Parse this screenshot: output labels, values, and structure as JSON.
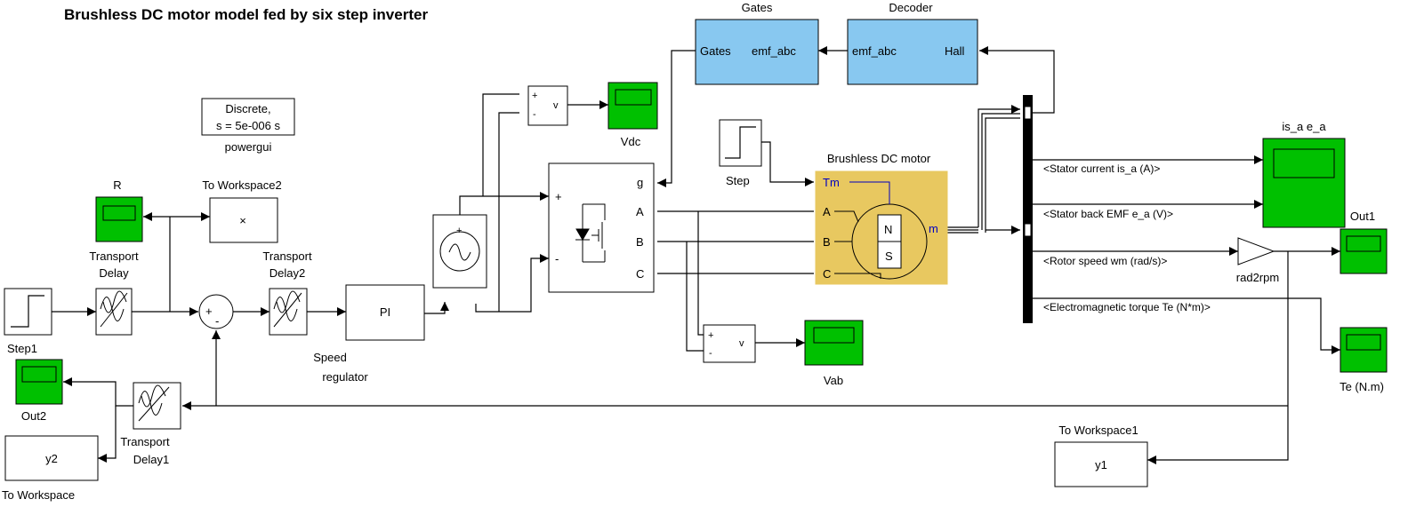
{
  "title": "Brushless DC motor model fed by six step inverter",
  "colors": {
    "scope": "#00c000",
    "scope_screen": "#00c000",
    "subsystem": "#88c8f0",
    "motor": "#e8c860",
    "port_blue": "#0000c0"
  },
  "blocks": {
    "powergui": {
      "line1": "Discrete,",
      "line2": "s = 5e-006 s",
      "name": "powergui"
    },
    "to_workspace2": {
      "text": "×",
      "name": "To Workspace2"
    },
    "scope_r": {
      "name": "R"
    },
    "transport_delay": {
      "name_line1": "Transport",
      "name_line2": "Delay"
    },
    "transport_delay2": {
      "name_line1": "Transport",
      "name_line2": "Delay2"
    },
    "transport_delay1": {
      "name_line1": "Transport",
      "name_line2": "Delay1"
    },
    "step1": {
      "name": "Step1"
    },
    "step": {
      "name": "Step"
    },
    "sum": {
      "plus": "+",
      "minus": "-"
    },
    "pi": {
      "text": "PI",
      "name_line1": "Speed",
      "name_line2": "regulator"
    },
    "scope_out2": {
      "name": "Out2"
    },
    "to_workspace": {
      "text": "y2",
      "name": "To Workspace"
    },
    "dc_source": {
      "plus": "+"
    },
    "vm_vdc": {
      "plus": "+",
      "minus": "-",
      "v": "v"
    },
    "scope_vdc": {
      "name": "Vdc"
    },
    "inverter": {
      "g": "g",
      "plus": "+",
      "minus": "-",
      "A": "A",
      "B": "B",
      "C": "C"
    },
    "vm_vab": {
      "plus": "+",
      "minus": "-",
      "v": "v"
    },
    "scope_vab": {
      "name": "Vab"
    },
    "gates": {
      "title": "Gates",
      "in": "emf_abc",
      "out": "Gates"
    },
    "decoder": {
      "title": "Decoder",
      "in": "Hall",
      "out": "emf_abc"
    },
    "motor": {
      "name": "Brushless DC motor",
      "Tm": "Tm",
      "A": "A",
      "B": "B",
      "C": "C",
      "m": "m",
      "N": "N",
      "S": "S"
    },
    "bus_signals": [
      "<Stator current is_a (A)>",
      "<Stator back EMF e_a (V)>",
      "<Rotor speed wm (rad/s)>",
      "<Electromagnetic torque Te (N*m)>"
    ],
    "scope_isa": {
      "name": "is_a e_a"
    },
    "rad2rpm": {
      "name": "rad2rpm"
    },
    "scope_out1": {
      "name": "Out1"
    },
    "scope_te": {
      "name": "Te (N.m)"
    },
    "to_workspace1": {
      "text": "y1",
      "name": "To Workspace1"
    }
  }
}
